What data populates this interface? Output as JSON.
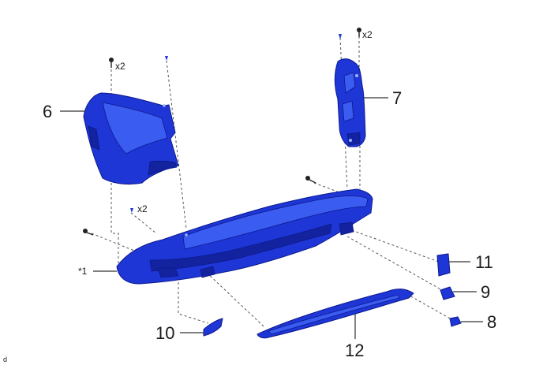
{
  "diagram": {
    "callouts": [
      {
        "id": "6",
        "label": "6"
      },
      {
        "id": "7",
        "label": "7"
      },
      {
        "id": "11",
        "label": "11"
      },
      {
        "id": "9",
        "label": "9"
      },
      {
        "id": "8",
        "label": "8"
      },
      {
        "id": "10",
        "label": "10"
      },
      {
        "id": "12",
        "label": "12"
      },
      {
        "id": "star1",
        "label": "*1"
      }
    ],
    "quantities": {
      "screw_left_top": "x2",
      "screw_right_top": "x2",
      "clip_mid_left": "x2"
    },
    "corner_mark": "d",
    "colors": {
      "part_fill": "#1f36d6",
      "part_outline": "#0b1a8c",
      "leader": "#333333"
    }
  }
}
